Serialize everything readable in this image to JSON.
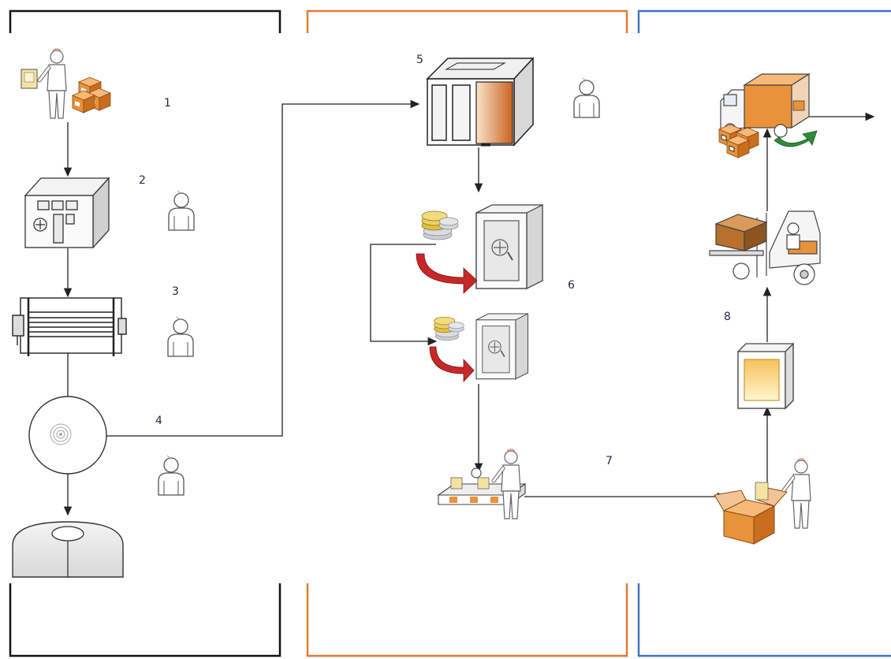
{
  "diagram": {
    "step_labels": [
      "1",
      "2",
      "3",
      "4",
      "5",
      "6",
      "7",
      "8"
    ],
    "colors": {
      "left_panel": "#111111",
      "middle_panel": "#E07B39",
      "right_panel": "#4472C4",
      "connector": "#222222",
      "box_orange": "#E8923A",
      "box_orange_dark": "#B8651E",
      "coin_gold": "#E2C046",
      "coin_silver": "#C9CED3",
      "return_arrow_red": "#C62828",
      "return_arrow_green": "#2E8B3A",
      "skin": "#F4C7A6"
    },
    "nodes": [
      {
        "step": "1",
        "icon": "person-with-scanner-and-boxes-icon"
      },
      {
        "step": "2",
        "icon": "factory-building-icon"
      },
      {
        "step": "3",
        "icon": "roller-machine-icon"
      },
      {
        "step": "4",
        "icon": "disc-icon"
      },
      {
        "step": "4",
        "icon": "storage-tank-icon"
      },
      {
        "step": "5",
        "icon": "industrial-machine-icon"
      },
      {
        "step": "6",
        "icon": "coins-and-vault-icon"
      },
      {
        "step": "6",
        "icon": "small-coins-and-vault-icon"
      },
      {
        "step": "7",
        "icon": "conveyor-inspection-icon"
      },
      {
        "step": "8",
        "icon": "packing-box-icon"
      },
      {
        "step": "8",
        "icon": "display-screen-icon"
      },
      {
        "step": "8",
        "icon": "forklift-icon"
      },
      {
        "step": "8",
        "icon": "delivery-truck-icon"
      }
    ],
    "operators": [
      "person-icon",
      "person-icon",
      "person-icon",
      "person-icon",
      "person-icon"
    ]
  }
}
